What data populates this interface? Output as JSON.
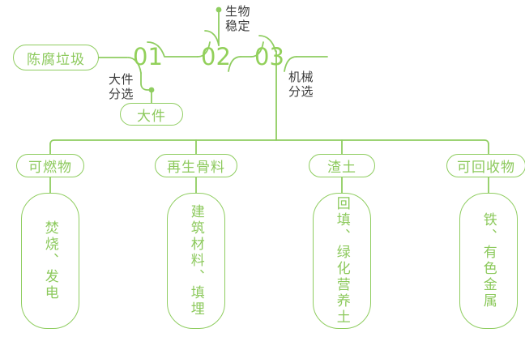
{
  "theme": {
    "line_color": "#8fcd60",
    "accent_green": "#8cc95c",
    "number_green": "#92d05a",
    "label_dark": "#3b3b3b",
    "background": "#ffffff"
  },
  "diagram": {
    "title": "",
    "source_node": {
      "label": "陈腐垃圾"
    },
    "steps": [
      {
        "number": "01",
        "process_label": "大件\n分选",
        "output": "大件"
      },
      {
        "number": "02",
        "process_label": "生物\n稳定",
        "output": ""
      },
      {
        "number": "03",
        "process_label": "机械\n分选",
        "output": ""
      }
    ],
    "branches": [
      {
        "pill": "可燃物",
        "box_text": "焚烧、发电"
      },
      {
        "pill": "再生骨料",
        "box_text": "建筑材料、填埋"
      },
      {
        "pill": "渣土",
        "box_text": "回填、绿化营养土"
      },
      {
        "pill": "可回收物",
        "box_text": "铁、有色金属"
      }
    ]
  }
}
